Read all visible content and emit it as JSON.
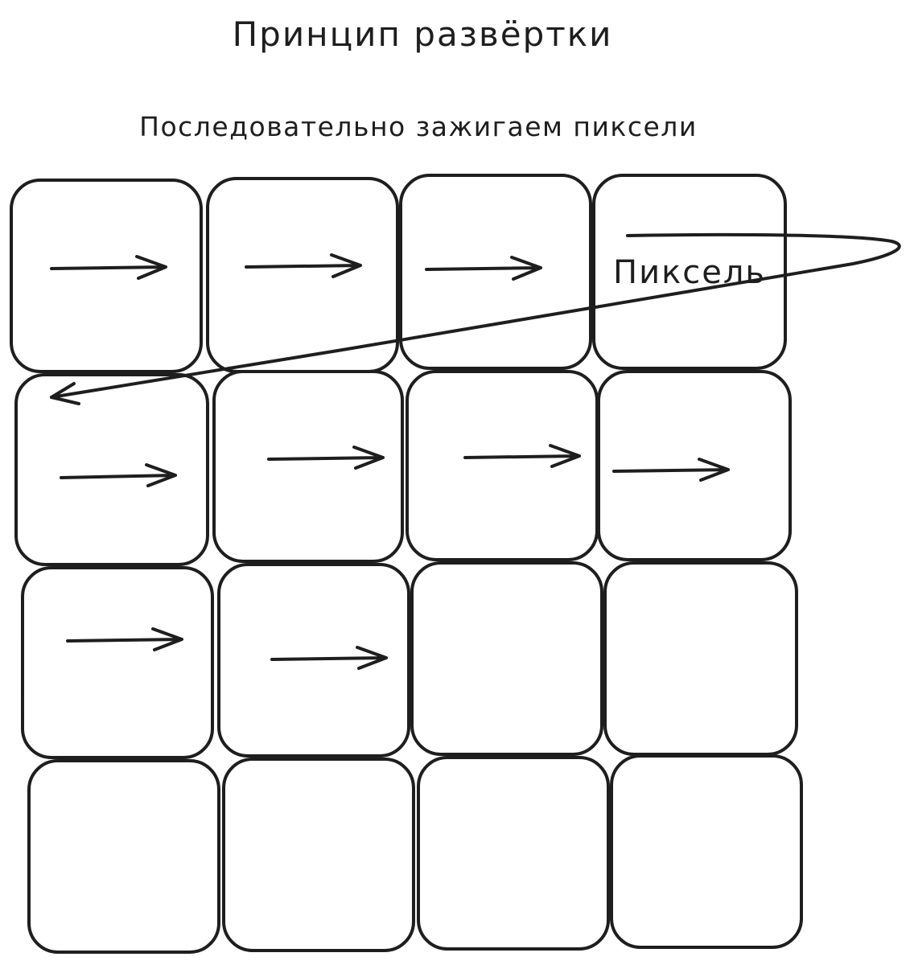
{
  "title": "Принцип развёртки",
  "subtitle": "Последовательно зажигаем пиксели",
  "grid": {
    "rows": 4,
    "cols": 4,
    "lit_pixels": 10
  },
  "pixel_label": "Пиксель"
}
